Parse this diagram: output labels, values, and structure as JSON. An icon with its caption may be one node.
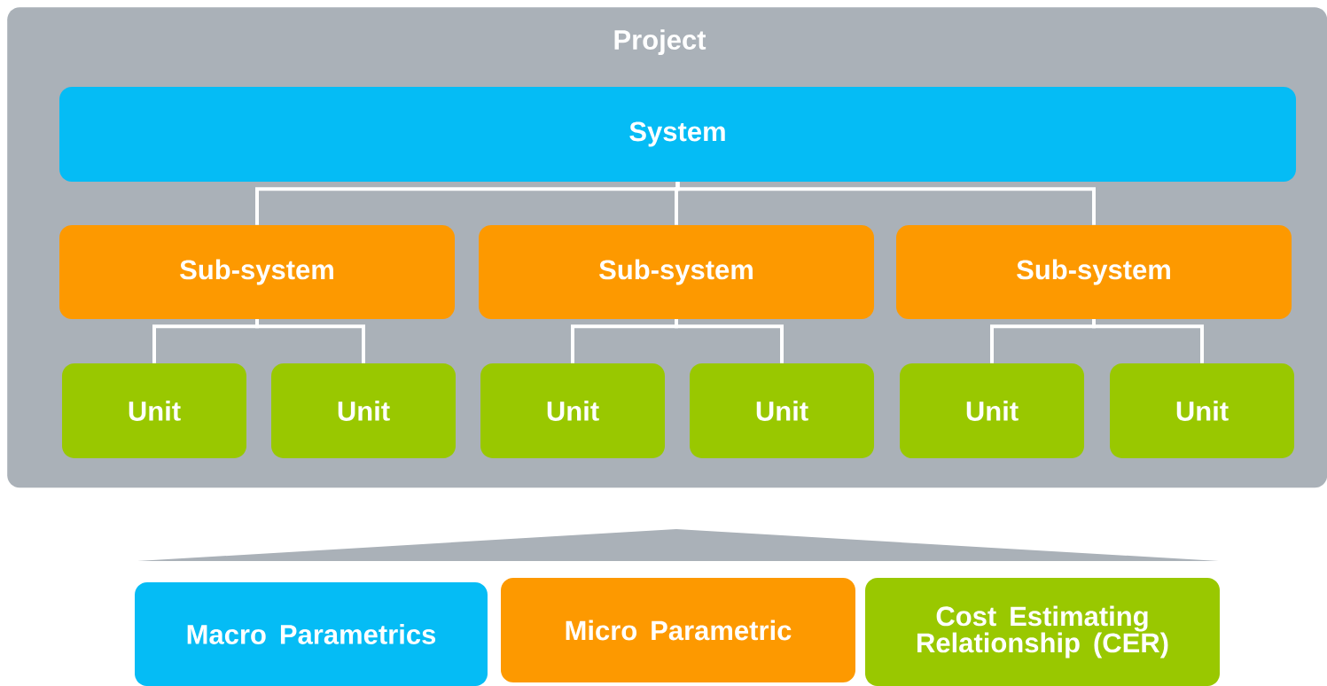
{
  "diagram": {
    "nodes": [
      {
        "text": [
          "Project"
        ]
      },
      {
        "text": [
          "System"
        ],
        "in": 0
      },
      {
        "text": [
          "Sub-system"
        ],
        "in": 0
      },
      {
        "text": [
          "Sub-system"
        ],
        "in": 0
      },
      {
        "text": [
          "Sub-system"
        ],
        "in": 0
      },
      {
        "text": [
          "Unit"
        ],
        "in": 0
      },
      {
        "text": [
          "Unit"
        ],
        "in": 0
      },
      {
        "text": [
          "Unit"
        ],
        "in": 0
      },
      {
        "text": [
          "Unit"
        ],
        "in": 0
      },
      {
        "text": [
          "Unit"
        ],
        "in": 0
      },
      {
        "text": [
          "Unit"
        ],
        "in": 0
      },
      {
        "text": [
          "Macro Parametrics"
        ]
      },
      {
        "text": [
          "Micro Parametric"
        ]
      },
      {
        "text": [
          "Cost Estimating Relationship (CER)"
        ]
      }
    ],
    "edges": [
      {
        "from": 1,
        "to": 2,
        "arrow": "none"
      },
      {
        "from": 1,
        "to": 3,
        "arrow": "none"
      },
      {
        "from": 1,
        "to": 4,
        "arrow": "none"
      },
      {
        "from": 2,
        "to": 5,
        "arrow": "none"
      },
      {
        "from": 2,
        "to": 6,
        "arrow": "none"
      },
      {
        "from": 3,
        "to": 7,
        "arrow": "none"
      },
      {
        "from": 3,
        "to": 8,
        "arrow": "none"
      },
      {
        "from": 4,
        "to": 9,
        "arrow": "none"
      },
      {
        "from": 4,
        "to": 10,
        "arrow": "none"
      }
    ]
  }
}
